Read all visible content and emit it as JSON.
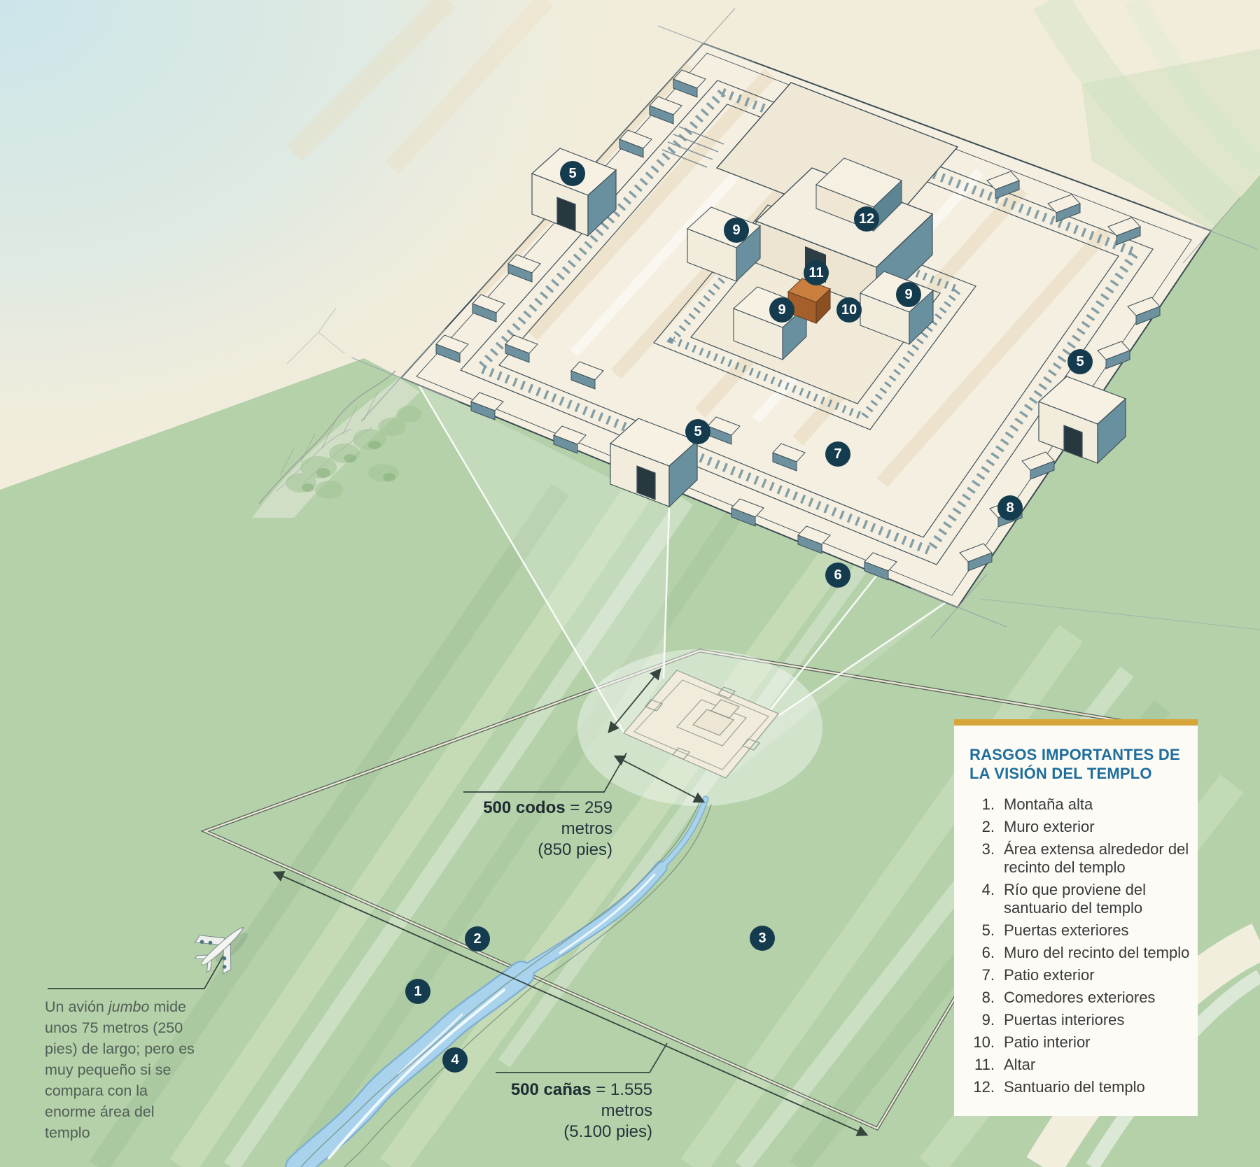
{
  "legend": {
    "title_line1": "RASGOS IMPORTANTES DE",
    "title_line2": "LA VISIÓN DEL TEMPLO",
    "items": [
      {
        "num": "1.",
        "label": "Montaña alta"
      },
      {
        "num": "2.",
        "label": "Muro exterior"
      },
      {
        "num": "3.",
        "label": "Área extensa alrededor del recinto del templo"
      },
      {
        "num": "4.",
        "label": "Río que proviene del santuario del templo"
      },
      {
        "num": "5.",
        "label": "Puertas exteriores"
      },
      {
        "num": "6.",
        "label": "Muro del recinto del templo"
      },
      {
        "num": "7.",
        "label": "Patio exterior"
      },
      {
        "num": "8.",
        "label": "Comedores exteriores"
      },
      {
        "num": "9.",
        "label": "Puertas interiores"
      },
      {
        "num": "10.",
        "label": "Patio interior"
      },
      {
        "num": "11.",
        "label": "Altar"
      },
      {
        "num": "12.",
        "label": "Santuario del templo"
      }
    ]
  },
  "scale_labels": {
    "codos": {
      "name": "500 codos",
      "rest": " = 259 metros",
      "paren": "(850 pies)"
    },
    "canas": {
      "name": "500 cañas",
      "rest": " = 1.555 metros",
      "paren": "(5.100 pies)"
    }
  },
  "plane_note": {
    "pre": "Un avión ",
    "italic": "jumbo",
    "post": " mide unos 75 metros (250 pies) de largo; pero es muy pequeño si se compara con la enorme área del templo"
  },
  "markers": [
    {
      "n": "5"
    },
    {
      "n": "9"
    },
    {
      "n": "12"
    },
    {
      "n": "11"
    },
    {
      "n": "9"
    },
    {
      "n": "10"
    },
    {
      "n": "9"
    },
    {
      "n": "5"
    },
    {
      "n": "5"
    },
    {
      "n": "7"
    },
    {
      "n": "8"
    },
    {
      "n": "6"
    },
    {
      "n": "2"
    },
    {
      "n": "3"
    },
    {
      "n": "1"
    },
    {
      "n": "4"
    }
  ],
  "colors": {
    "marker_badge": "#143b4e",
    "legend_title_blue": "#1e6e9c",
    "legend_accent_gold": "#d7a53a",
    "river_blue": "#a9d3ec",
    "altar_orange": "#bf7a3d",
    "field_green": "#b5d1aa",
    "temple_teal_shadow": "#69909e",
    "temple_cream": "#f5efe1"
  }
}
